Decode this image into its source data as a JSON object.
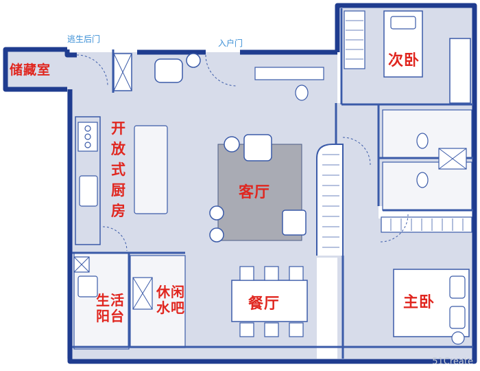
{
  "rooms": {
    "storage": "储藏室",
    "kitchen": "开放式厨房",
    "living": "客厅",
    "dining": "餐厅",
    "second_bedroom": "次卧",
    "master_bedroom": "主卧",
    "utility_balcony": "生活\n阳台",
    "water_bar": "休闲\n水吧"
  },
  "doors": {
    "escape_back_door": "逃生后门",
    "entrance_door": "入户门"
  },
  "watermark": "51Create",
  "colors": {
    "floor": "#d7dcea",
    "rug": "#a9abb4",
    "wall": "#1f3c8f",
    "line": "#3a5aa8",
    "label": "#e0261f",
    "door_label": "#3b8fd6"
  }
}
